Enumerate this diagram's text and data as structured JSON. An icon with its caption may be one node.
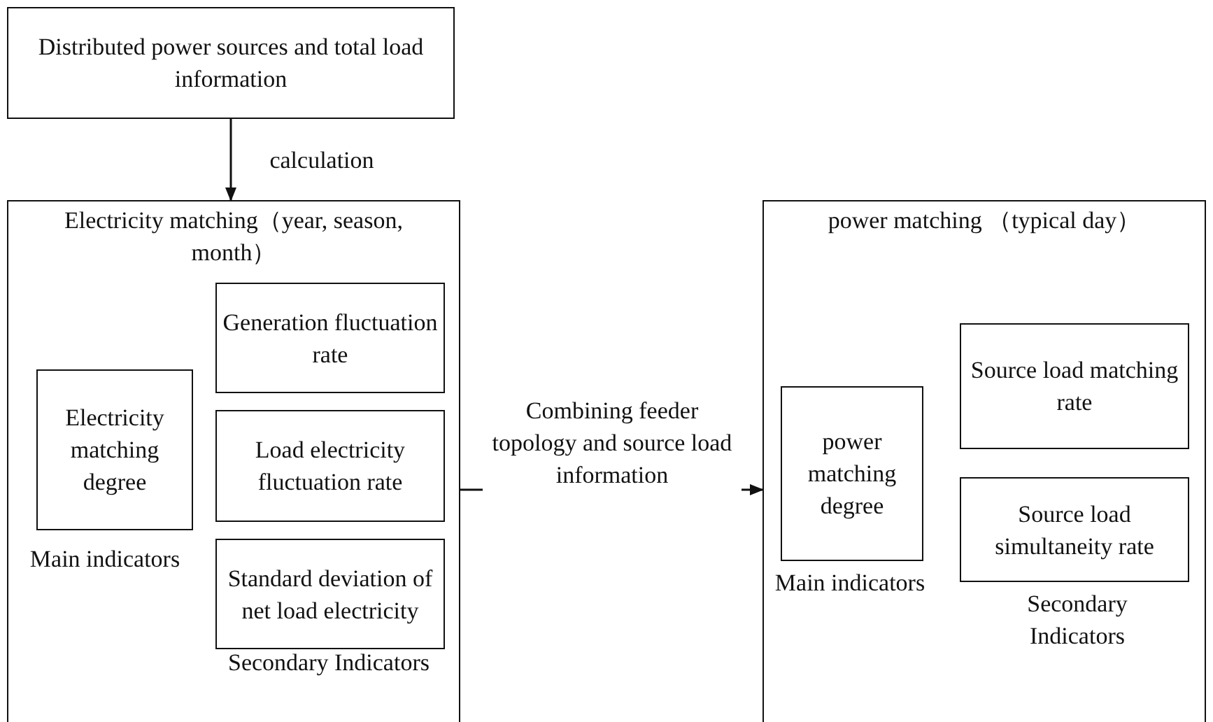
{
  "diagram": {
    "nodes": [
      {
        "text": [
          "Distributed power sources and total load information"
        ]
      },
      {
        "text": [
          "Electricity matching（year, season,　month）"
        ]
      },
      {
        "text": [
          "Electricity matching degree"
        ],
        "in": 1
      },
      {
        "text": [
          "Generation fluctuation rate"
        ],
        "in": 1
      },
      {
        "text": [
          "Load electricity fluctuation rate"
        ],
        "in": 1
      },
      {
        "text": [
          "Standard deviation of net load electricity"
        ],
        "in": 1
      },
      {
        "text": [
          "power matching （typical day）"
        ]
      },
      {
        "text": [
          "power matching degree"
        ],
        "in": 6
      },
      {
        "text": [
          "Source load matching rate"
        ],
        "in": 6
      },
      {
        "text": [
          "Source load simultaneity rate"
        ],
        "in": 6
      }
    ],
    "edges": [
      {
        "from": 0,
        "to": 1,
        "arrow": "to",
        "label": "calculation"
      },
      {
        "from": 1,
        "to": 6,
        "arrow": "to",
        "label": "Combining feeder topology and source load information"
      }
    ],
    "labels": [
      "Main indicators",
      "Secondary Indicators",
      "Main indicators",
      "Secondary Indicators"
    ]
  }
}
